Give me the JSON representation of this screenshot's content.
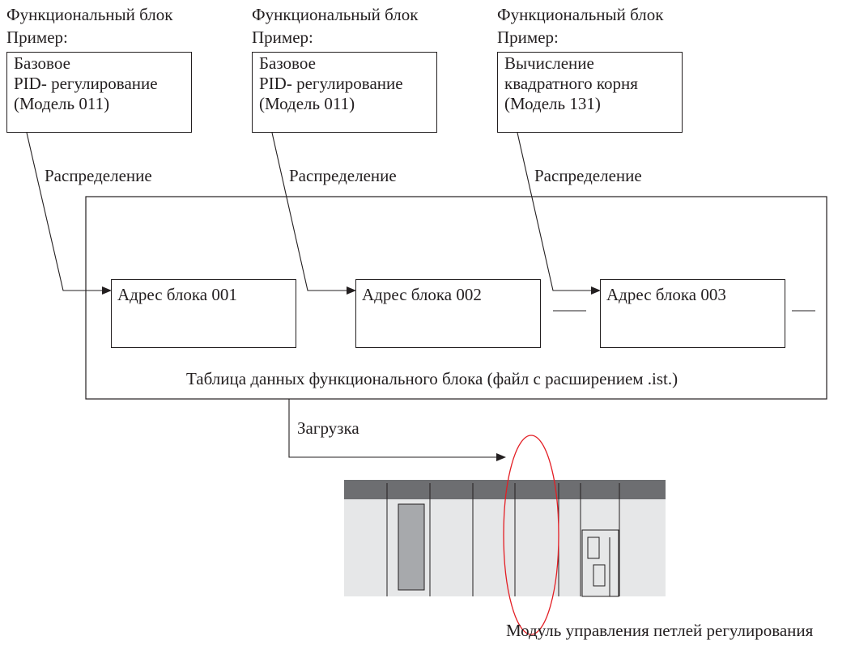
{
  "function_blocks": [
    {
      "heading": "Функциональный блок",
      "example": "Пример:",
      "lines": [
        "Базовое",
        "PID- регулирование",
        "(Модель 011)"
      ],
      "distribution": "Распределение"
    },
    {
      "heading": "Функциональный блок",
      "example": "Пример:",
      "lines": [
        "Базовое",
        "PID- регулирование",
        "(Модель 011)"
      ],
      "distribution": "Распределение"
    },
    {
      "heading": "Функциональный блок",
      "example": "Пример:",
      "lines": [
        "Вычисление",
        "квадратного корня",
        "(Модель 131)"
      ],
      "distribution": "Распределение"
    }
  ],
  "table": {
    "addresses": [
      "Адрес блока 001",
      "Адрес блока 002",
      "Адрес блока 003"
    ],
    "caption": "Таблица данных функционального блока (файл с расширением .ist.)"
  },
  "download_label": "Загрузка",
  "module_label": "Модуль управления петлей регулирования",
  "colors": {
    "line": "#231f20",
    "highlight_ellipse": "#e31e24",
    "rack_top": "#6d6e71",
    "rack_body": "#e6e7e8",
    "rack_slot_dark": "#a7a9ac"
  }
}
